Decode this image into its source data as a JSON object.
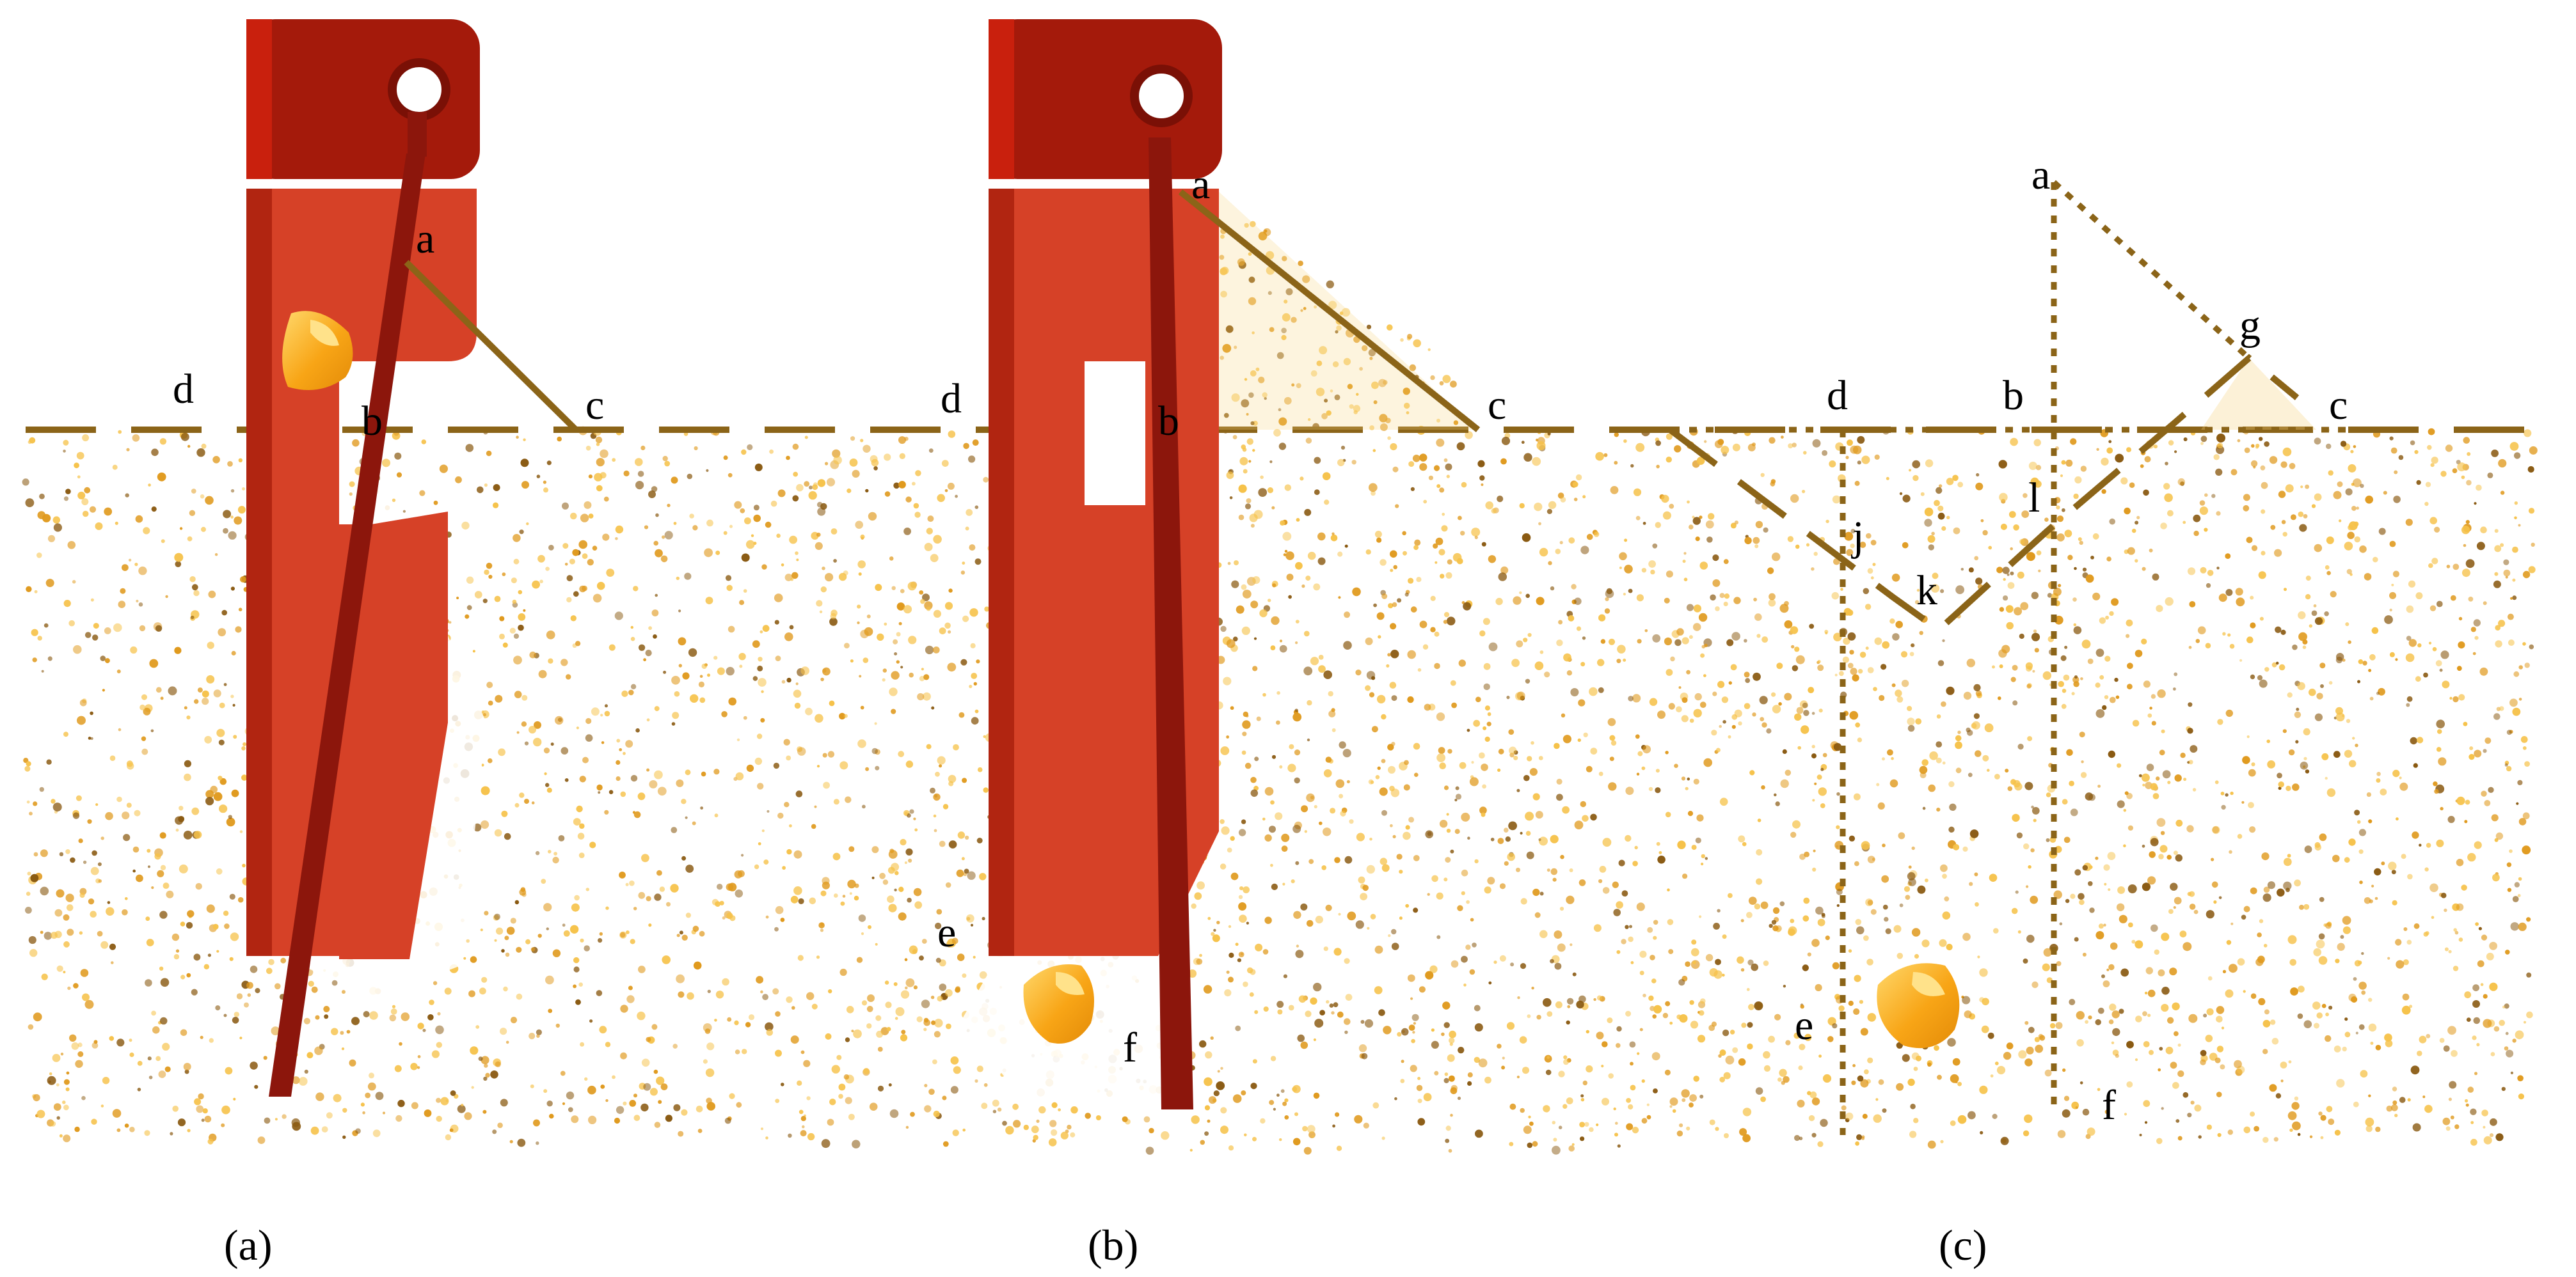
{
  "panels": {
    "a": {
      "caption": "(a)",
      "labels": {
        "a": "a",
        "b": "b",
        "c": "c",
        "d": "d"
      }
    },
    "b": {
      "caption": "(b)",
      "labels": {
        "a": "a",
        "b": "b",
        "c": "c",
        "d": "d",
        "e": "e",
        "f": "f"
      }
    },
    "c": {
      "caption": "(c)",
      "labels": {
        "a": "a",
        "b": "b",
        "c": "c",
        "d": "d",
        "e": "e",
        "f": "f",
        "g": "g",
        "j": "j",
        "k": "k",
        "l": "l"
      }
    }
  },
  "colors": {
    "soil_light": "#f6c24a",
    "soil_mid": "#e09a1e",
    "soil_dark": "#8a5a12",
    "guide_line": "#8b6418",
    "opener_body": "#d64127",
    "opener_dark": "#a41a0b",
    "opener_rod": "#8c160c",
    "seed": "#f8a516",
    "seed_highlight": "#ffd76a"
  }
}
